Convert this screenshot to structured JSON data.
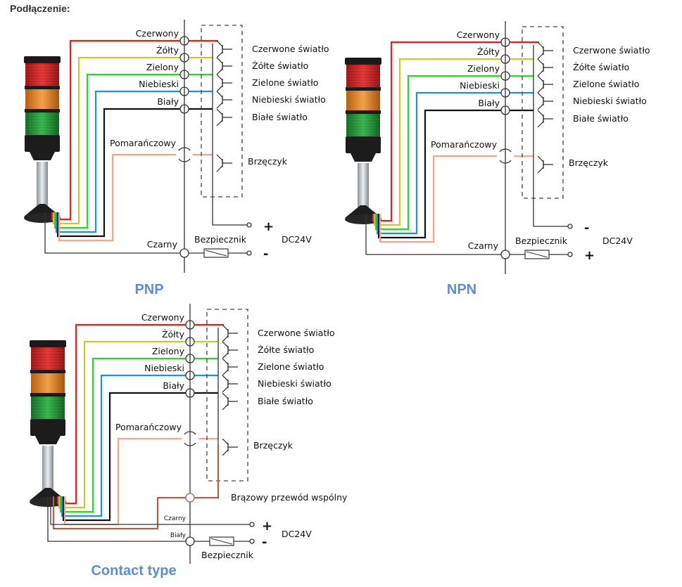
{
  "heading": "Podłączenie:",
  "wire_colors": {
    "red": "#ee1c1c",
    "yellow": "#c9c92a",
    "green": "#22dd22",
    "blue": "#1f8fe8",
    "black": "#111111",
    "orange": "#f4a68a",
    "brown": "#a8634d",
    "gray": "#555555"
  },
  "title_color": "#5b8fd4",
  "diagrams": [
    {
      "id": "pnp",
      "title": "PNP",
      "wire_labels": [
        "Czerwony",
        "Żółty",
        "Zielony",
        "Niebieski",
        "Biały"
      ],
      "buzzer_wire_label": "Pomarańczowy",
      "ground_wire_label": "Czarny",
      "output_labels": [
        "Czerwone światło",
        "Żółte światło",
        "Zielone światło",
        "Niebieski światło",
        "Białe światło"
      ],
      "buzzer_label": "Brzęczyk",
      "fuse_label": "Bezpiecznik",
      "supply_label": "DC24V",
      "top_terminal_sign": "+",
      "bottom_terminal_sign": "-"
    },
    {
      "id": "npn",
      "title": "NPN",
      "wire_labels": [
        "Czerwony",
        "Żółty",
        "Zielony",
        "Niebieski",
        "Biały"
      ],
      "buzzer_wire_label": "Pomarańczowy",
      "ground_wire_label": "Czarny",
      "output_labels": [
        "Czerwone światło",
        "Żółte światło",
        "Zielone światło",
        "Niebieski światło",
        "Białe światło"
      ],
      "buzzer_label": "Brzęczyk",
      "fuse_label": "Bezpiecznik",
      "supply_label": "DC24V",
      "top_terminal_sign": "-",
      "bottom_terminal_sign": "+"
    },
    {
      "id": "contact",
      "title": "Contact type",
      "wire_labels": [
        "Czerwony",
        "Żółty",
        "Zielony",
        "Niebieski",
        "Biały"
      ],
      "buzzer_wire_label": "Pomarańczowy",
      "common_label": "Brązowy przewód wspólny",
      "plus_wire_label": "Czarny",
      "minus_wire_label": "Biały",
      "output_labels": [
        "Czerwone światło",
        "Żółte światło",
        "Zielone światło",
        "Niebieski światło",
        "Białe światło"
      ],
      "buzzer_label": "Brzęczyk",
      "fuse_label": "Bezpiecznik",
      "supply_label": "DC24V",
      "top_terminal_sign": "+",
      "bottom_terminal_sign": "-"
    }
  ]
}
